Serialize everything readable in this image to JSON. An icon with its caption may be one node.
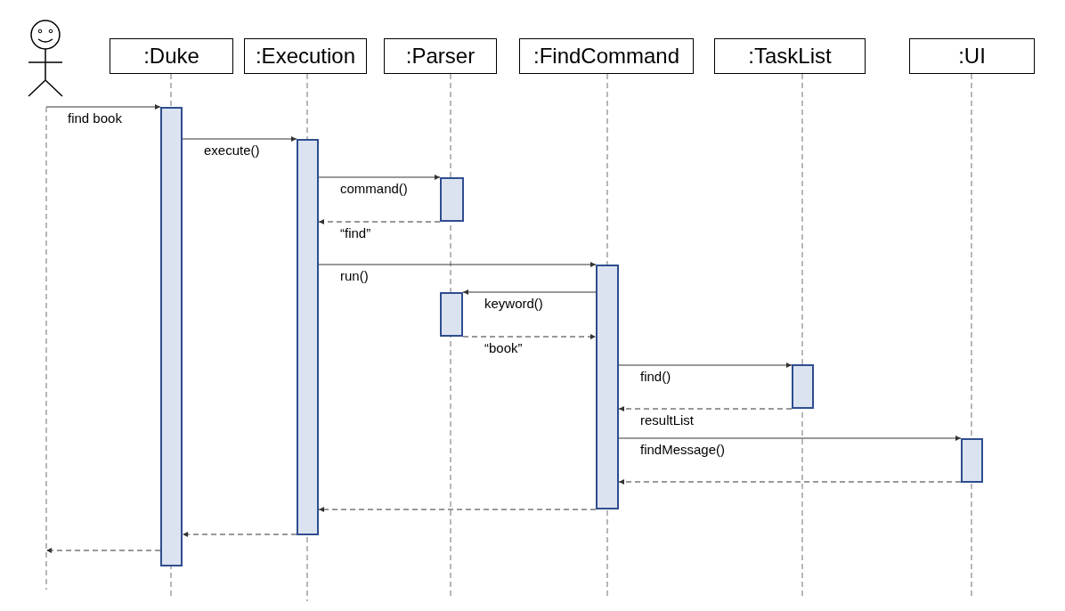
{
  "diagram": {
    "nodes": [
      {
        "text": [],
        "shape": "person"
      },
      {
        "text": [
          ":Duke"
        ]
      },
      {
        "text": [
          ":Execution"
        ]
      },
      {
        "text": [
          ":Parser"
        ]
      },
      {
        "text": [
          ":FindCommand"
        ]
      },
      {
        "text": [
          ":TaskList"
        ]
      },
      {
        "text": [
          ":UI"
        ]
      },
      {
        "text": [],
        "shape": "bar"
      },
      {
        "text": [],
        "shape": "bar"
      },
      {
        "text": [],
        "shape": "bar"
      },
      {
        "text": [],
        "shape": "bar"
      },
      {
        "text": [],
        "shape": "bar"
      },
      {
        "text": [],
        "shape": "bar"
      },
      {
        "text": [],
        "shape": "bar"
      }
    ],
    "edges": [
      {
        "from": 0,
        "to": 7,
        "arrow": "to",
        "label": "find book"
      },
      {
        "from": 7,
        "to": 8,
        "arrow": "to",
        "label": "execute()"
      },
      {
        "from": 8,
        "to": 9,
        "arrow": "to",
        "label": "command()"
      },
      {
        "from": 9,
        "to": 8,
        "arrow": "to",
        "label": "“find”",
        "style": "dashed"
      },
      {
        "from": 8,
        "to": 10,
        "arrow": "to",
        "label": "run()"
      },
      {
        "from": 10,
        "to": 11,
        "arrow": "to",
        "label": "keyword()"
      },
      {
        "from": 11,
        "to": 10,
        "arrow": "to",
        "label": "“book”",
        "style": "dashed"
      },
      {
        "from": 10,
        "to": 12,
        "arrow": "to",
        "label": "find()"
      },
      {
        "from": 12,
        "to": 10,
        "arrow": "to",
        "label": "resultList",
        "style": "dashed"
      },
      {
        "from": 10,
        "to": 13,
        "arrow": "to",
        "label": "findMessage()"
      },
      {
        "from": 13,
        "to": 10,
        "arrow": "to",
        "style": "dashed"
      },
      {
        "from": 10,
        "to": 8,
        "arrow": "to",
        "style": "dashed"
      },
      {
        "from": 8,
        "to": 7,
        "arrow": "to",
        "style": "dashed"
      },
      {
        "from": 7,
        "to": 0,
        "arrow": "to",
        "style": "dashed"
      }
    ]
  }
}
